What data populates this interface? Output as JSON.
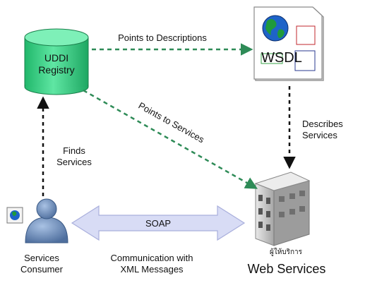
{
  "nodes": {
    "uddi": {
      "line1": "UDDI",
      "line2": "Registry"
    },
    "wsdl": {
      "label": "WSDL"
    },
    "consumer": {
      "line1": "Services",
      "line2": "Consumer"
    },
    "webservices": {
      "thai_label": "ผู้ให้บริการ",
      "label": "Web Services"
    }
  },
  "edges": {
    "points_to_descriptions": "Points to Descriptions",
    "points_to_services": "Points to Services",
    "describes_services": {
      "line1": "Describes",
      "line2": "Services"
    },
    "finds_services": {
      "line1": "Finds",
      "line2": "Services"
    },
    "soap": "SOAP",
    "communication": {
      "line1": "Communication with",
      "line2": "XML Messages"
    }
  },
  "colors": {
    "cylinder": "#3fd28a",
    "dashed_green": "#2e8b57",
    "dashed_black": "#111111",
    "soap_arrow": "#d8dcf5",
    "person": "#6e8fb8"
  },
  "icons": {
    "wsdl": "document-globe-icon",
    "consumer": "person-icon",
    "consumer_badge": "globe-badge-icon",
    "webservices": "building-icon"
  }
}
